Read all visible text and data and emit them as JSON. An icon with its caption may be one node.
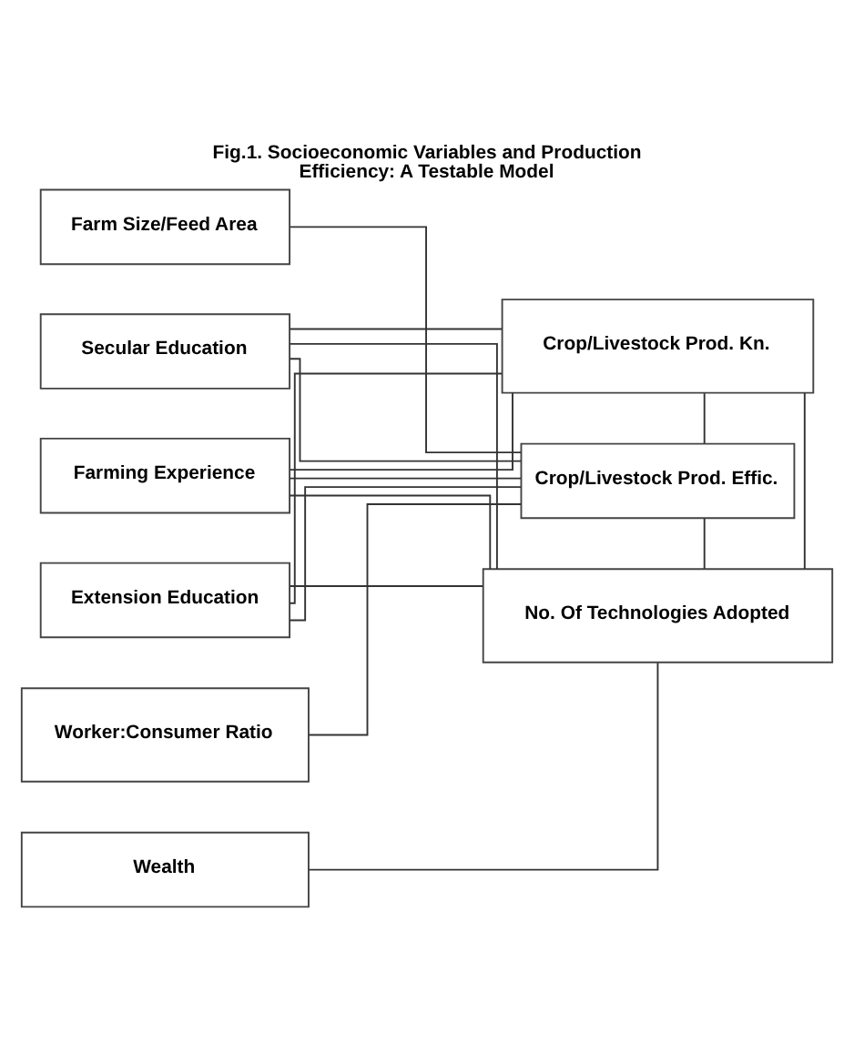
{
  "diagram": {
    "title": "Fig.1. Socioeconomic Variables and Production Efficiency: A Testable Model",
    "nodes": [
      {
        "text": [
          "Farm Size/Feed Area"
        ]
      },
      {
        "text": [
          "Crop/Livestock Prod. Kn."
        ]
      },
      {
        "text": [
          "Secular Education"
        ]
      },
      {
        "text": [
          "Crop/Livestock Prod. Effic."
        ]
      },
      {
        "text": [
          "Farming Experience"
        ]
      },
      {
        "text": [
          "Extension Education"
        ]
      },
      {
        "text": [
          "Worker:Consumer Ratio"
        ]
      },
      {
        "text": [
          "No. Of Technologies Adopted"
        ]
      },
      {
        "text": [
          "Wealth"
        ]
      }
    ],
    "edges": [
      {
        "from": 0,
        "to": 3,
        "arrow": "none"
      },
      {
        "from": 2,
        "to": 1,
        "arrow": "none"
      },
      {
        "from": 2,
        "to": 7,
        "arrow": "none"
      },
      {
        "from": 2,
        "to": 3,
        "arrow": "none"
      },
      {
        "from": 4,
        "to": 1,
        "arrow": "none"
      },
      {
        "from": 4,
        "to": 3,
        "arrow": "none"
      },
      {
        "from": 4,
        "to": 7,
        "arrow": "none"
      },
      {
        "from": 5,
        "to": 1,
        "arrow": "none"
      },
      {
        "from": 5,
        "to": 3,
        "arrow": "none"
      },
      {
        "from": 5,
        "to": 7,
        "arrow": "none"
      },
      {
        "from": 6,
        "to": 3,
        "arrow": "none"
      },
      {
        "from": 8,
        "to": 7,
        "arrow": "none"
      },
      {
        "from": 1,
        "to": 3,
        "arrow": "none"
      },
      {
        "from": 1,
        "to": 7,
        "arrow": "none"
      },
      {
        "from": 3,
        "to": 7,
        "arrow": "none"
      }
    ]
  }
}
